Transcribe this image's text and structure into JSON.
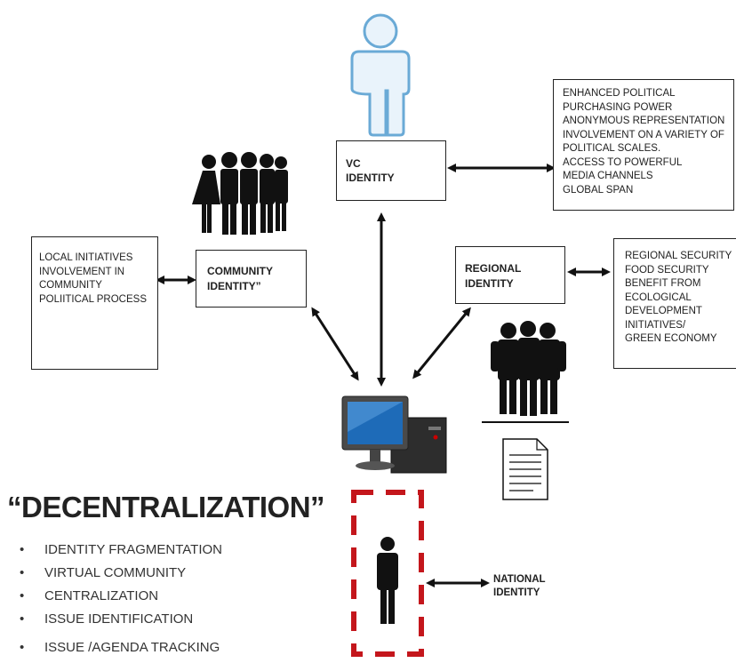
{
  "vc_box": {
    "line1": "VC",
    "line2": "IDENTITY"
  },
  "vc_benefits": "ENHANCED POLITICAL\n PURCHASING POWER\nANONYMOUS REPRESENTATION\nINVOLVEMENT ON A VARIETY OF\nPOLITICAL SCALES.\nACCESS TO POWERFUL\nMEDIA CHANNELS\nGLOBAL SPAN",
  "community_box": {
    "line1": "COMMUNITY",
    "line2": "IDENTITY”"
  },
  "community_benefits": "LOCAL INITIATIVES\nINVOLVEMENT IN\nCOMMUNITY\nPOLIITICAL PROCESS",
  "regional_box": {
    "line1": "REGIONAL",
    "line2": "IDENTITY"
  },
  "regional_benefits": "REGIONAL SECURITY\nFOOD SECURITY\nBENEFIT FROM\nECOLOGICAL\nDEVELOPMENT\nINITIATIVES/\nGREEN ECONOMY",
  "national_label": {
    "line1": "NATIONAL",
    "line2": "IDENTITY"
  },
  "heading": "“DECENTRALIZATION”",
  "bullets": [
    "IDENTITY FRAGMENTATION",
    "VIRTUAL COMMUNITY",
    "CENTRALIZATION",
    "ISSUE IDENTIFICATION",
    "ISSUE /AGENDA TRACKING"
  ],
  "colors": {
    "outline_person": "#6aaad6",
    "dashed_frame": "#c4161c",
    "monitor_screen": "#1e6bb8",
    "ink": "#111111"
  },
  "icons": [
    "person-outline-icon",
    "group-icon",
    "computer-icon",
    "document-icon",
    "person-icon"
  ]
}
